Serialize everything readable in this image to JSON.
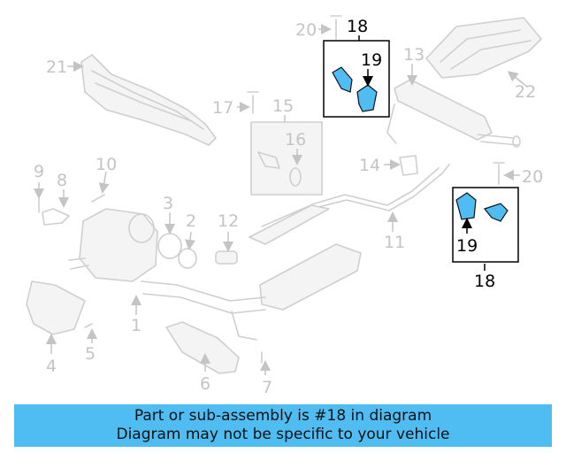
{
  "callouts": {
    "c1": "1",
    "c2": "2",
    "c3": "3",
    "c4": "4",
    "c5": "5",
    "c6": "6",
    "c7": "7",
    "c8": "8",
    "c9": "9",
    "c10": "10",
    "c11": "11",
    "c12": "12",
    "c13": "13",
    "c14": "14",
    "c15": "15",
    "c16": "16",
    "c17": "17",
    "c18a": "18",
    "c19a": "19",
    "c18b": "18",
    "c19b": "19",
    "c20a": "20",
    "c20b": "20",
    "c21": "21",
    "c22": "22"
  },
  "banner": {
    "line1": "Part or sub-assembly is #18 in diagram",
    "line2": "Diagram may not be specific to your vehicle"
  },
  "colors": {
    "highlight": "#4fbcf2",
    "part_fill": "#4fbcf2",
    "ghost": "#c4c4c4"
  }
}
